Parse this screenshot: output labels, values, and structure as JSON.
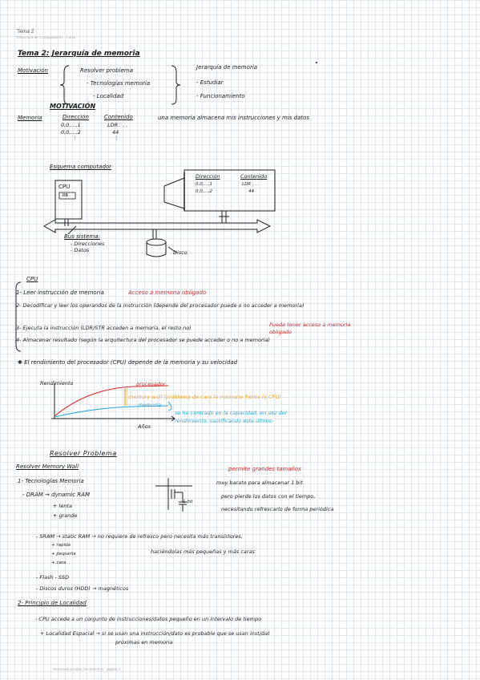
{
  "header": {
    "title": "Tema 2",
    "subtitle": "Estructura de Computadores · Curso"
  },
  "footer": {
    "text": "Reservados todos los derechos · pagina 1"
  },
  "topic": {
    "title": "Tema 2: Jerarquía de memoria"
  },
  "motivacion": {
    "label": "Motivación",
    "left_items": [
      "Resolver problema",
      "- Tecnologías memoria",
      "- Localidad"
    ],
    "right_items": [
      "Jerarquía de memoria",
      "- Estudiar",
      "- Funcionamiento"
    ],
    "subtitle": "MOTIVACIÓN"
  },
  "memoria": {
    "label": "Memoria",
    "col_dir": "Dirección",
    "col_cont": "Contenido",
    "row1_dir": "0,0,...,1",
    "row1_cont": "LDR . . .",
    "row2_dir": "0,0,...,2",
    "row2_cont": "44",
    "desc": "una memoria almacena mis instrucciones y mis datos"
  },
  "esquema": {
    "title": "Esquema computador",
    "cpu": "CPU",
    "rb": "RB",
    "mem_dir": "Dirección",
    "mem_cont": "Contenido",
    "mem_r1_dir": "0,0,...,1",
    "mem_r1_cont": "LDR . . .",
    "mem_r2_dir": "0,0,...,2",
    "mem_r2_cont": "44",
    "bus": "Bus sistema:",
    "bus_items": [
      "- Direcciones",
      "- Datos"
    ],
    "disco": "Disco"
  },
  "ciclo": {
    "title": "CPU",
    "steps": [
      {
        "text": "1- Leer instrucción de memoria",
        "note": "Acceso a memoria obligado"
      },
      {
        "text": "2- Decodificar y leer los operandos de la instrucción (depende del procesador puede o no acceder a memoria)",
        "note": ""
      },
      {
        "text": "3- Ejecuta la instrucción (LDR/STR acceden a memoria, el resto no)",
        "note": "Puede tener acceso a memoria obligado"
      },
      {
        "text": "4- Almacenar resultado (según la arquitectura del procesador se puede acceder o no a memoria)",
        "note": ""
      }
    ],
    "rendimiento": "✱ El rendimiento del procesador (CPU) depende de la memoria y su velocidad"
  },
  "grafica": {
    "ylabel": "Rendimiento",
    "xlabel": "Años",
    "procesador": "procesador",
    "memory_wall": "memory wall (problema de cara la memoria frente la CPU)",
    "memoria": "memoria",
    "note_line1": "se ha centrado en la capacidad, en vez del",
    "note_line2": "rendimiento, sacrificando este último"
  },
  "resolver": {
    "title": "Resolver Problema",
    "subtitle": "Resolver Memory Wall",
    "tech": "1- Tecnologías Memoria",
    "dram": "- DRAM → dynamic RAM",
    "dram_props": [
      "+ lenta",
      "+ grande"
    ],
    "bit": "1 bit",
    "red_note": "permite grandes tamaños",
    "dram_desc1": "muy barato para almacenar 1 bit",
    "dram_desc2": "pero pierde los datos con el tiempo,",
    "dram_desc3": "necesitando refrescarlo de forma periódica",
    "sram": "- SRAM → static RAM → no requiere de refresco pero necesita más transistores,",
    "sram_props": [
      "+ rapida",
      "+ pequeña",
      "+ cara"
    ],
    "sram_desc": "haciéndolas más pequeñas y más caras",
    "flash": "- Flash - SSD",
    "discos": "- Discos duros (HDD) → magnéticos",
    "localidad": "2- Principio de Localidad",
    "cpu_accede": "- CPU accede a un conjunto de instrucciones/datos pequeño en un intervalo de tiempo",
    "espacial": "+ Localidad Espacial → si se usan una instrucción/dato es probable que se usan inst/dat",
    "proximas": "próximas en memoria"
  }
}
